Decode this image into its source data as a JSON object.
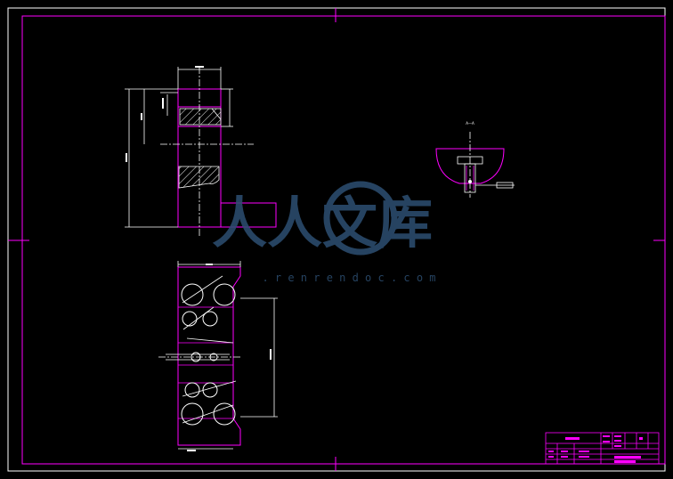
{
  "colors": {
    "background": "#000000",
    "frame": "#ffffff",
    "inner_frame": "#ff00ff",
    "geometry_part": "#ff00ff",
    "geometry_edges": "#ffffff",
    "hatch": "#ffffff",
    "dimension": "#ffffff",
    "title_block": "#ff00ff",
    "watermark": "#2d4f73"
  },
  "section_label": "A—A",
  "watermark": {
    "chinese": "人人文库",
    "url": ". r e n r e n d o c . c o m"
  }
}
